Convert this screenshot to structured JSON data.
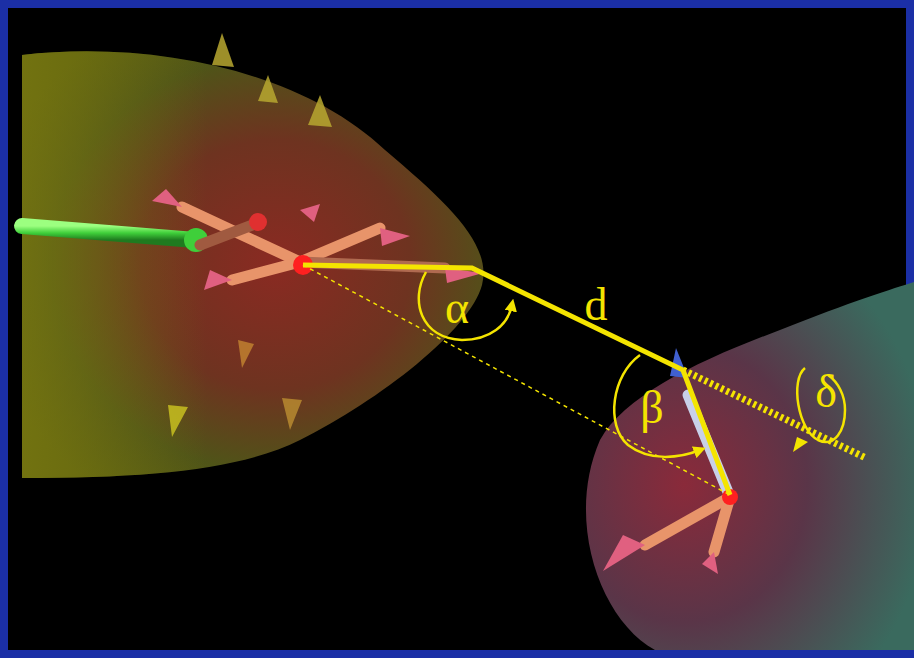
{
  "diagram": {
    "labels": [
      "α",
      "d",
      "β",
      "δ"
    ]
  }
}
